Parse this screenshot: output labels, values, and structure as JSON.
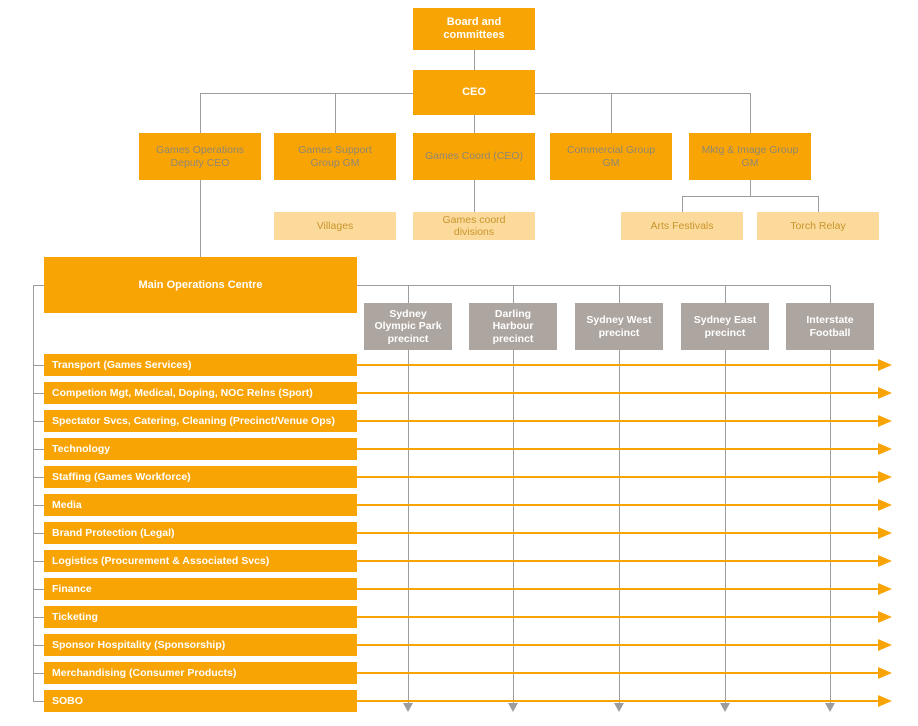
{
  "diagram": {
    "colors": {
      "orange": "#F9A405",
      "light_orange": "#FBDA9B",
      "gray_box": "#ADA59F",
      "line_gray": "#9D9D9D",
      "exec_text": "#8F8772",
      "light_box_text": "#C9952C",
      "white_text": "#FFFFFF"
    },
    "nodes": {
      "board": "Board and\ncommittees",
      "ceo": "CEO",
      "main_ops": "Main Operations Centre",
      "executives": [
        "Games Operations\nDeputy CEO",
        "Games Support\nGroup GM",
        "Games Coord (CEO)",
        "Commercial Group\nGM",
        "Mktg & Image Group\nGM"
      ],
      "sub_units": [
        "Villages",
        "Games coord\ndivisions",
        "Arts Festivals",
        "Torch Relay"
      ],
      "precincts": [
        "Sydney\nOlympic Park\nprecinct",
        "Darling\nHarbour\nprecinct",
        "Sydney West\nprecinct",
        "Sydney East\nprecinct",
        "Interstate\nFootball"
      ],
      "functions": [
        "Transport (Games Services)",
        "Competion Mgt, Medical, Doping, NOC Relns (Sport)",
        "Spectator Svcs, Catering, Cleaning (Precinct/Venue Ops)",
        "Technology",
        "Staffing (Games Workforce)",
        "Media",
        "Brand Protection (Legal)",
        "Logistics (Procurement & Associated Svcs)",
        "Finance",
        "Ticketing",
        "Sponsor Hospitality (Sponsorship)",
        "Merchandising (Consumer Products)",
        "SOBO"
      ]
    }
  }
}
